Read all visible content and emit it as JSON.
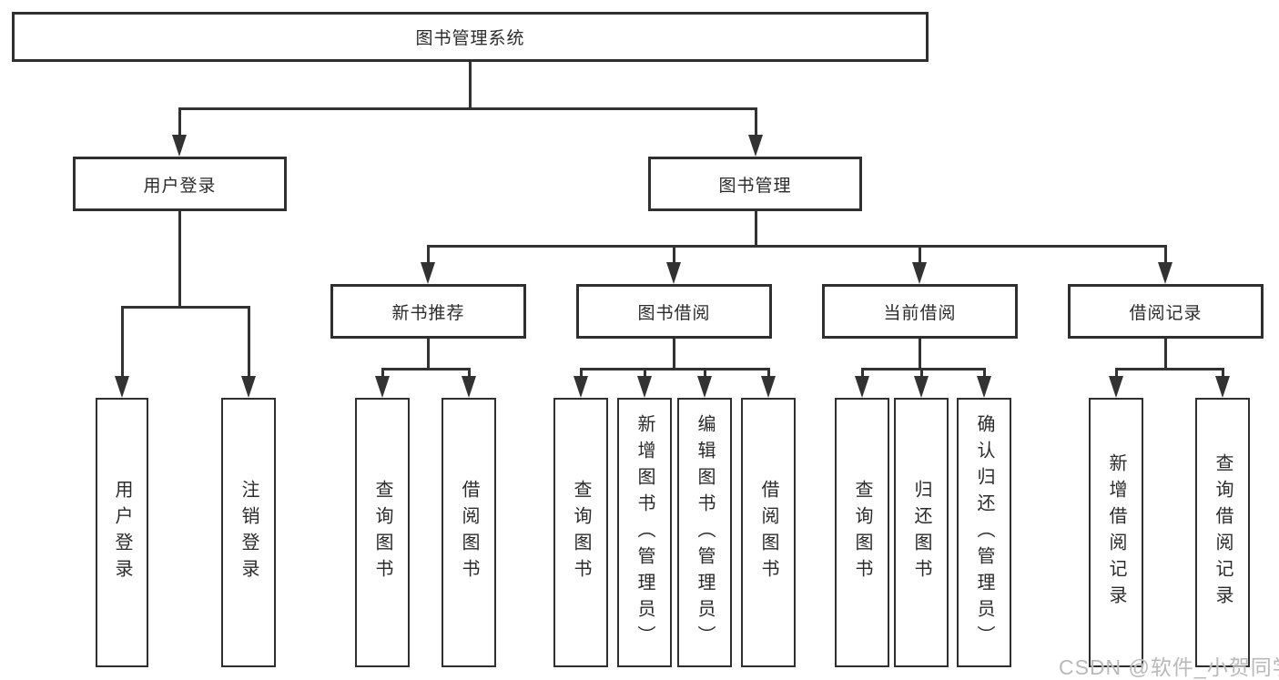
{
  "tree": {
    "root": "图书管理系统",
    "branches": [
      {
        "label": "用户登录",
        "children": [
          "用户登录",
          "注销登录"
        ]
      },
      {
        "label": "图书管理",
        "sections": [
          {
            "label": "新书推荐",
            "children": [
              "查询图书",
              "借阅图书"
            ]
          },
          {
            "label": "图书借阅",
            "children": [
              "查询图书",
              "新增图书（管理员）",
              "编辑图书（管理员）",
              "借阅图书"
            ]
          },
          {
            "label": "当前借阅",
            "children": [
              "查询图书",
              "归还图书",
              "确认归还（管理员）"
            ]
          },
          {
            "label": "借阅记录",
            "children": [
              "新增借阅记录",
              "查询借阅记录"
            ]
          }
        ]
      }
    ]
  },
  "watermark": {
    "text": "CSDN @软件_小贺同学"
  },
  "colors": {
    "line": "#323232",
    "box_border": "#2f2f2f",
    "text": "#2b2b2b",
    "watermark": "#b9b9b9",
    "background": "#ffffff"
  }
}
